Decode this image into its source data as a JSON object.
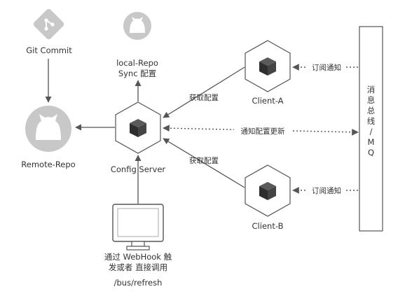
{
  "nodes": {
    "git": {
      "label": "Git Commit",
      "icon": "git-icon"
    },
    "local_repo": {
      "label_line1": "local-Repo",
      "label_line2": "Sync 配置",
      "icon": "github-cat-icon"
    },
    "remote_repo": {
      "label": "Remote-Repo",
      "icon": "github-cat-icon"
    },
    "config_server": {
      "label": "Config Server",
      "icon": "cube-icon"
    },
    "client_a": {
      "label": "Client-A",
      "icon": "cube-icon"
    },
    "client_b": {
      "label": "Client-B",
      "icon": "cube-icon"
    },
    "monitor": {
      "label_line1": "通过 WebHook 触",
      "label_line2": "发或者 直接调用",
      "label_line3": "/bus/refresh",
      "icon": "monitor-icon"
    },
    "bus": {
      "chars": [
        "消",
        "息",
        "总",
        "线",
        "/",
        "M",
        "Q"
      ]
    }
  },
  "edges": {
    "fetch_config_a": "获取配置",
    "fetch_config_b": "获取配置",
    "notify_update": "通知配置更新",
    "subscribe_a": "订阅通知",
    "subscribe_b": "订阅通知"
  },
  "colors": {
    "icon_gray": "#c8c8c8",
    "line": "#555555",
    "cube_dark": "#3a3a3a",
    "text": "#333333"
  }
}
